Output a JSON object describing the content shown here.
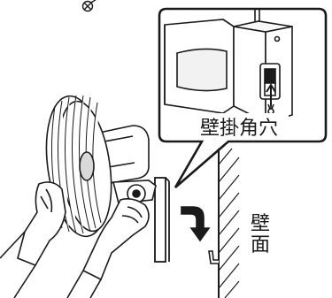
{
  "labels": {
    "wall_hook_hole": "壁掛角穴",
    "wall_top": "壁",
    "wall_bottom": "面"
  },
  "colors": {
    "ink": "#1a1a1a",
    "paper": "#ffffff",
    "fan_shade": "#d9d9d9"
  },
  "icons": {
    "screw": "screw-icon",
    "arrow": "curved-down-arrow-icon"
  }
}
